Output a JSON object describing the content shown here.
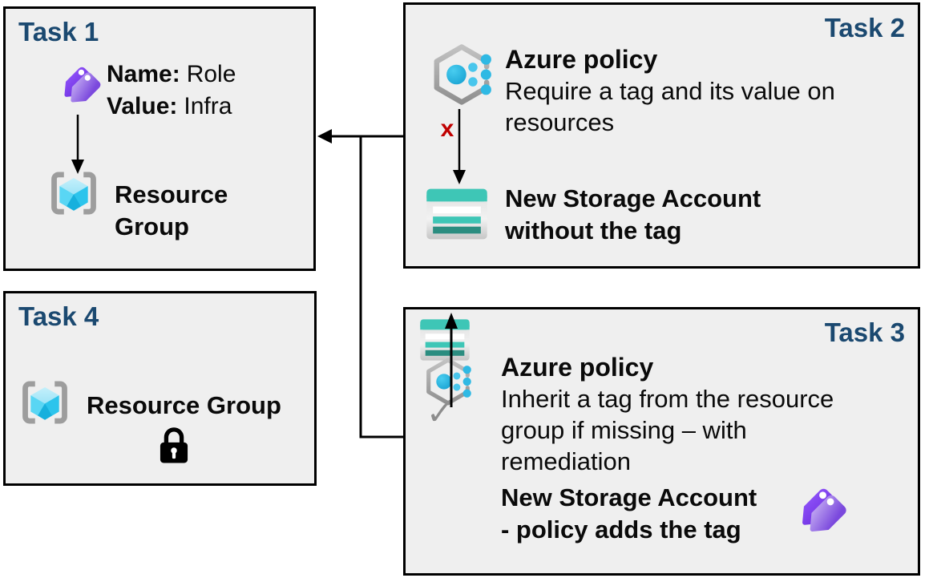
{
  "colors": {
    "background": "#ffffff",
    "panel_bg": "#efefef",
    "panel_border": "#000000",
    "task_title": "#1b4970",
    "deny_red": "#c00000",
    "check_gray": "#8c8c8c",
    "teal": "#3ec6b6",
    "teal_dark": "#2b8d80",
    "cyan": "#35c3ea",
    "tag_purple": "#7c3bf0",
    "bracket_gray": "#9d9d9d"
  },
  "tasks": {
    "task1": {
      "title": "Task 1",
      "tag_name_label": "Name:",
      "tag_name_value": "Role",
      "tag_value_label": "Value:",
      "tag_value_value": "Infra",
      "rg_line1": "Resource",
      "rg_line2": "Group"
    },
    "task2": {
      "title": "Task 2",
      "policy_heading": "Azure policy",
      "policy_description_lines": [
        "Require a tag and its value on",
        "resources"
      ],
      "deny_mark": "x",
      "storage_line1": "New Storage Account",
      "storage_line2": "without the tag"
    },
    "task3": {
      "title": "Task 3",
      "policy_heading": "Azure policy",
      "policy_description_lines": [
        "Inherit a tag from the resource",
        "group if missing – with",
        "remediation"
      ],
      "check_mark": "✓",
      "storage_line1": "New Storage Account",
      "storage_line2": "- policy adds the tag"
    },
    "task4": {
      "title": "Task 4",
      "rg_label": "Resource Group"
    }
  }
}
